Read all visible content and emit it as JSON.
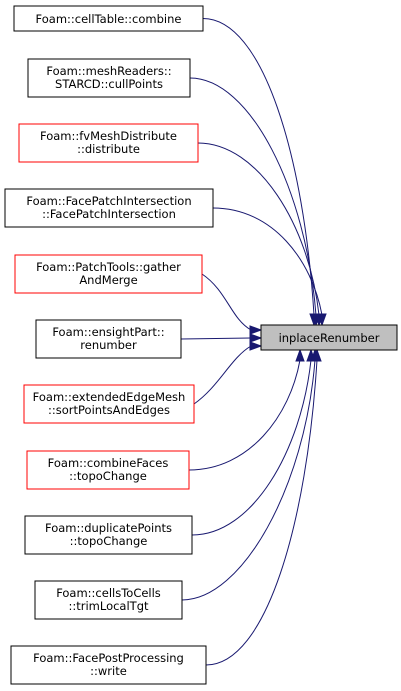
{
  "colors": {
    "edge": "#191970",
    "border_normal": "#000000",
    "border_red": "#ff0000",
    "target_fill": "#bfbfbf"
  },
  "target": {
    "label": "inplaceRenumber"
  },
  "callers": [
    {
      "lines": [
        "Foam::cellTable::combine"
      ],
      "border": "black"
    },
    {
      "lines": [
        "Foam::meshReaders::",
        "STARCD::cullPoints"
      ],
      "border": "black"
    },
    {
      "lines": [
        "Foam::fvMeshDistribute",
        "::distribute"
      ],
      "border": "red"
    },
    {
      "lines": [
        "Foam::FacePatchIntersection",
        "::FacePatchIntersection"
      ],
      "border": "black"
    },
    {
      "lines": [
        "Foam::PatchTools::gather",
        "AndMerge"
      ],
      "border": "red"
    },
    {
      "lines": [
        "Foam::ensightPart::",
        "renumber"
      ],
      "border": "black"
    },
    {
      "lines": [
        "Foam::extendedEdgeMesh",
        "::sortPointsAndEdges"
      ],
      "border": "red"
    },
    {
      "lines": [
        "Foam::combineFaces",
        "::topoChange"
      ],
      "border": "red"
    },
    {
      "lines": [
        "Foam::duplicatePoints",
        "::topoChange"
      ],
      "border": "black"
    },
    {
      "lines": [
        "Foam::cellsToCells",
        "::trimLocalTgt"
      ],
      "border": "black"
    },
    {
      "lines": [
        "Foam::FacePostProcessing",
        "::write"
      ],
      "border": "black"
    }
  ]
}
